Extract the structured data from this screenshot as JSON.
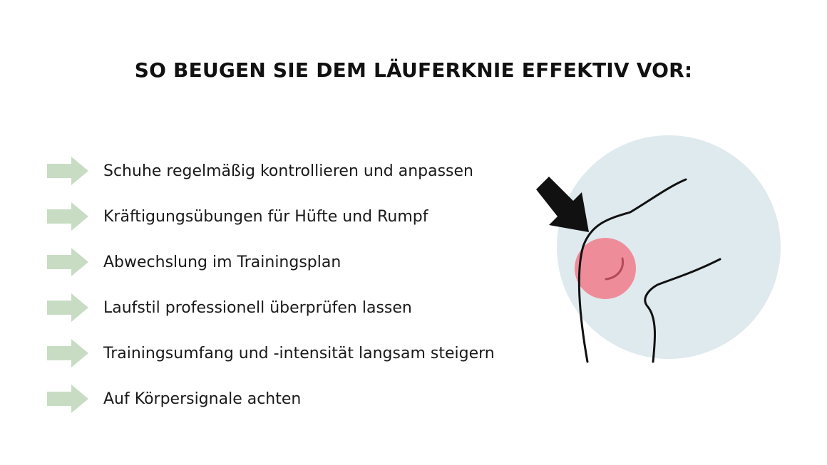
{
  "header": {
    "title": "SO BEUGEN SIE DEM LÄUFERKNIE EFFEKTIV VOR:"
  },
  "tips": [
    {
      "text": "Schuhe regelmäßig kontrollieren und anpassen",
      "icon": "arrow-right-icon"
    },
    {
      "text": "Kräftigungsübungen für Hüfte und Rumpf",
      "icon": "arrow-right-icon"
    },
    {
      "text": "Abwechslung im Trainingsplan",
      "icon": "arrow-right-icon"
    },
    {
      "text": "Laufstil professionell überprüfen lassen",
      "icon": "arrow-right-icon"
    },
    {
      "text": "Trainingsumfang und -intensität langsam steigern",
      "icon": "arrow-right-icon"
    },
    {
      "text": "Auf Körpersignale achten",
      "icon": "arrow-right-icon"
    }
  ],
  "illustration": {
    "subject": "knee-pain-illustration",
    "colors": {
      "background_circle": "#dfeaee",
      "pain_spot": "#ef8c9a",
      "outline": "#111111",
      "pointer_arrow": "#111111"
    }
  },
  "colors": {
    "arrow_icon": "#c8dcc4",
    "text": "#1a1a1a",
    "background": "#ffffff"
  }
}
